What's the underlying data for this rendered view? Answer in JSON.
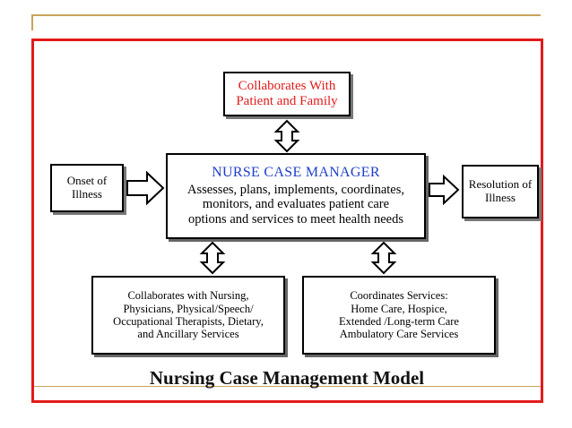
{
  "diagram": {
    "top_box": [
      "Collaborates With",
      "Patient and Family"
    ],
    "center_box": {
      "title": "NURSE CASE MANAGER",
      "lines": [
        "Assesses, plans, implements, coordinates,",
        "monitors, and evaluates patient care",
        "options and services to meet health needs"
      ]
    },
    "left_box": [
      "Onset of",
      "Illness"
    ],
    "right_box": [
      "Resolution of",
      "Illness"
    ],
    "bottom_left_box": [
      "Collaborates with Nursing,",
      "Physicians, Physical/Speech/",
      "Occupational Therapists, Dietary,",
      "and Ancillary Services"
    ],
    "bottom_right_box": [
      "Coordinates Services:",
      "Home Care, Hospice,",
      "Extended /Long-term Care",
      "Ambulatory Care Services"
    ],
    "caption": "Nursing Case Management Model"
  },
  "colors": {
    "frame": "#e21b1b",
    "top_box_text": "#e21b1b",
    "center_title": "#1f3fc6",
    "decor_line": "#c9a35a"
  }
}
